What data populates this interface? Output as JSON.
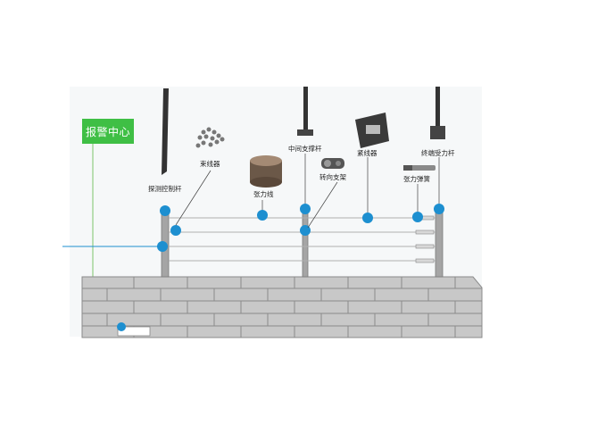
{
  "alarm_center": {
    "label": "报警中心",
    "box_color": "#3fbf45",
    "line_color": "#7cc36a"
  },
  "components": [
    {
      "key": "detector_pole",
      "label": "探测控制杆"
    },
    {
      "key": "wire_bundle",
      "label": "束线器"
    },
    {
      "key": "tension_wire",
      "label": "张力线"
    },
    {
      "key": "middle_pole",
      "label": "中间支撑杆"
    },
    {
      "key": "turn_bracket",
      "label": "转向支架"
    },
    {
      "key": "wire_tightener",
      "label": "紧线器"
    },
    {
      "key": "tension_spring",
      "label": "张力弹簧"
    },
    {
      "key": "end_pole",
      "label": "终端受力杆"
    }
  ],
  "colors": {
    "marker": "#1d8fd0",
    "wall": "#c8c8c8",
    "mortar": "#8a8a8a",
    "wire": "#b0b0b0",
    "feed_line": "#1d8fd0"
  },
  "icons": [
    "pole-icon",
    "wire-bundle-icon",
    "wire-spool-icon",
    "bracket-icon",
    "tightener-icon",
    "spring-icon",
    "marker-dot-icon",
    "control-box-icon"
  ]
}
